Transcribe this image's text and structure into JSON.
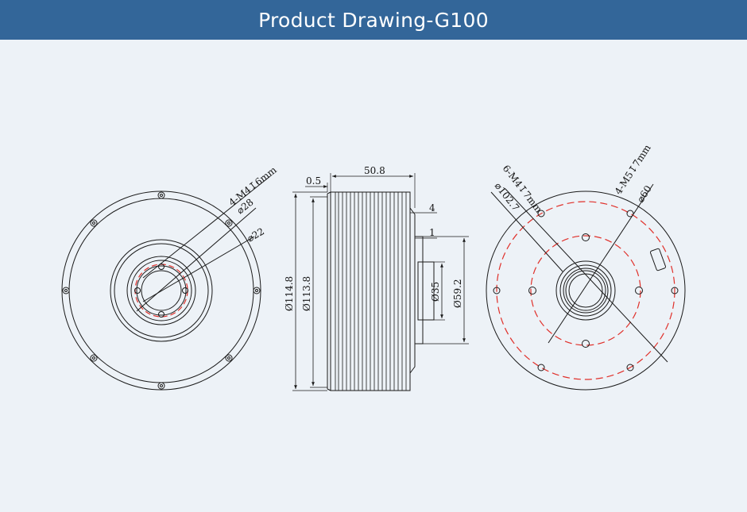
{
  "header": {
    "title": "Product Drawing-G100"
  },
  "views": {
    "front": {
      "bolt_callout": "4-M4↧6mm",
      "dim_inner": "⌀28",
      "dim_hub": "⌀22"
    },
    "side": {
      "dim_length": "50.8",
      "dim_step": "0.5",
      "dim_4": "4",
      "dim_1": "1",
      "dia_outer": "Ø114.8",
      "dia_inner": "Ø113.8",
      "dia_shaft": "Ø35",
      "dia_flange": "Ø59.2"
    },
    "rear": {
      "bolt_callout_outer": "6-M4↧7mm",
      "pcd_outer": "⌀102.7",
      "bolt_callout_inner": "4-M5↧7mm",
      "pcd_inner": "⌀60"
    }
  },
  "colors": {
    "header": "#336699",
    "line": "#1a1a1a",
    "pitch_circle": "#e0302a"
  }
}
